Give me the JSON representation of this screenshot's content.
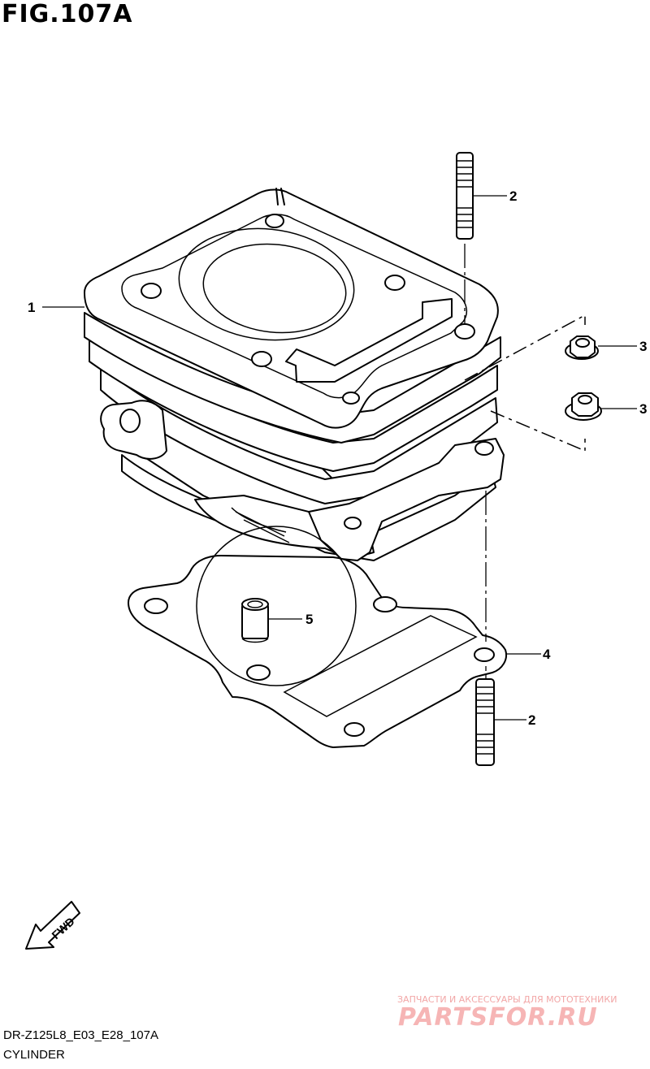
{
  "figure": {
    "title": "FIG.107A",
    "model_code": "DR-Z125L8_E03_E28_107A",
    "part_name": "CYLINDER"
  },
  "callouts": [
    {
      "id": "c1",
      "label": "1"
    },
    {
      "id": "c2a",
      "label": "2"
    },
    {
      "id": "c3a",
      "label": "3"
    },
    {
      "id": "c3b",
      "label": "3"
    },
    {
      "id": "c5",
      "label": "5"
    },
    {
      "id": "c4",
      "label": "4"
    },
    {
      "id": "c2b",
      "label": "2"
    }
  ],
  "direction_marker": {
    "label": "FWD",
    "icon": "fwd-arrow-icon"
  },
  "watermark": {
    "tagline": "ЗАПЧАСТИ И АКСЕССУАРЫ ДЛЯ МОТОТЕХНИКИ",
    "logo": "PARTSFOR.RU",
    "color": "#f4b0b0"
  }
}
